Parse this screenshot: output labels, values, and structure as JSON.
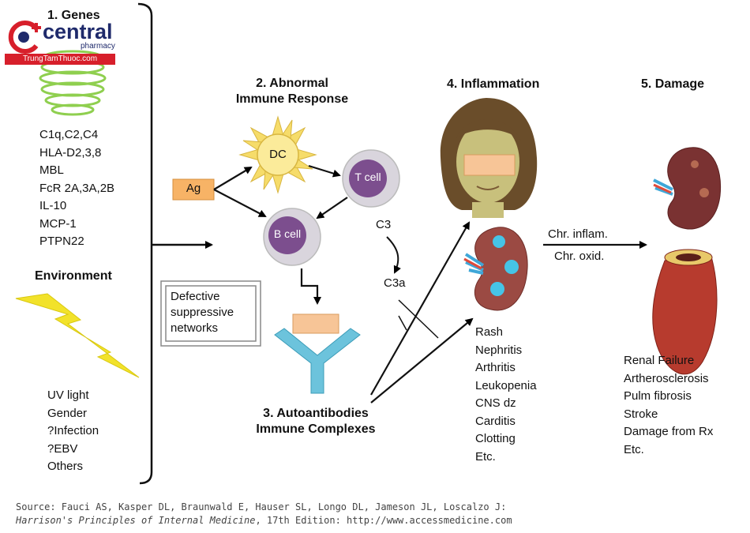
{
  "logo": {
    "name": "central",
    "sub": "pharmacy",
    "site": "TrungTamThuoc.com",
    "brand_color": "#d71f2b"
  },
  "genes": {
    "title": "1. Genes",
    "items": [
      "C1q,C2,C4",
      "HLA-D2,3,8",
      "MBL",
      "FcR 2A,3A,2B",
      "IL-10",
      "MCP-1",
      "PTPN22"
    ]
  },
  "environment": {
    "title": "Environment",
    "items": [
      "UV light",
      "Gender",
      "?Infection",
      "?EBV",
      "Others"
    ]
  },
  "immune": {
    "title": [
      "2. Abnormal",
      "Immune Response"
    ],
    "ag": "Ag",
    "dc": "DC",
    "tcell": "T cell",
    "bcell": "B cell",
    "suppressive": [
      "Defective",
      "suppressive",
      "networks"
    ]
  },
  "autoantibodies": {
    "title": [
      "3. Autoantibodies",
      "Immune Complexes"
    ]
  },
  "complement": {
    "c3": "C3",
    "c3a": "C3a"
  },
  "inflammation": {
    "title": "4. Inflammation",
    "items": [
      "Rash",
      "Nephritis",
      "Arthritis",
      "Leukopenia",
      "CNS dz",
      "Carditis",
      "Clotting",
      "Etc."
    ]
  },
  "transition": {
    "line1": "Chr. inflam.",
    "line2": "Chr. oxid."
  },
  "damage": {
    "title": "5. Damage",
    "items": [
      "Renal Failure",
      "Artherosclerosis",
      "Pulm fibrosis",
      "Stroke",
      "Damage from Rx",
      "Etc."
    ]
  },
  "source": {
    "line1": "Source: Fauci AS, Kasper DL, Braunwald E, Hauser SL, Longo DL, Jameson JL, Loscalzo J:",
    "line2_italic": "Harrison's Principles of Internal Medicine",
    "line2_rest": ", 17th Edition: http://www.accessmedicine.com"
  },
  "colors": {
    "dna_green": "#8fcf4f",
    "dc_yellow": "#f6dc6a",
    "cell_purple": "#7c4e8e",
    "ag_orange": "#f7b366",
    "antibody_blue": "#6cc3dc",
    "bolt_yellow": "#f2e22a",
    "kidney": "#8b3d3a",
    "artery": "#b73b2e"
  }
}
